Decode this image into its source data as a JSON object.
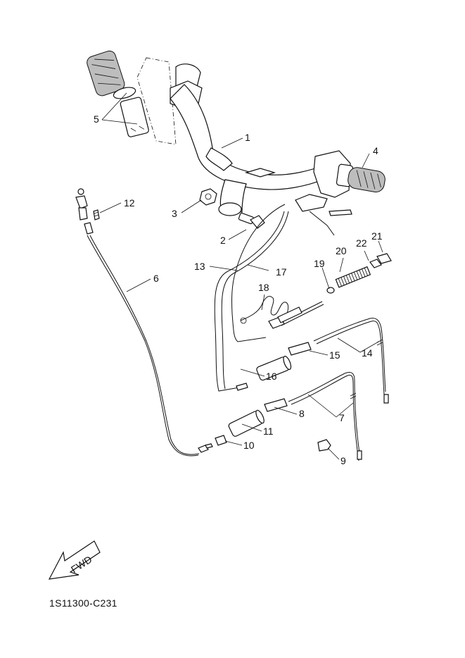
{
  "diagram": {
    "code": "1S11300-C231",
    "fwd_label": "FWD",
    "labels": {
      "p1": "1",
      "p2": "2",
      "p3": "3",
      "p4": "4",
      "p5": "5",
      "p6": "6",
      "p7": "7",
      "p8": "8",
      "p9": "9",
      "p10": "10",
      "p11": "11",
      "p12": "12",
      "p13": "13",
      "p14": "14",
      "p15": "15",
      "p16": "16",
      "p17": "17",
      "p18": "18",
      "p19": "19",
      "p20": "20",
      "p21": "21",
      "p22": "22"
    }
  }
}
